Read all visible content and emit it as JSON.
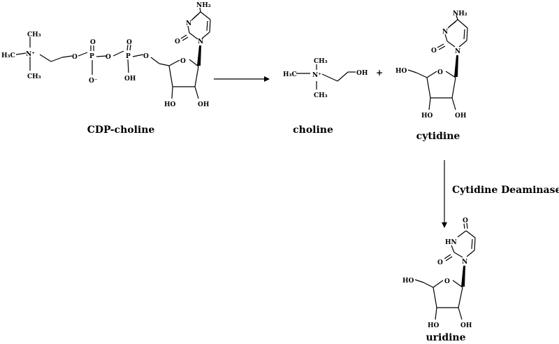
{
  "molecules": {
    "cdp_choline": {
      "caption": "CDP-choline",
      "atoms": {
        "nh2": "NH₂",
        "n3": "N",
        "o2": "O",
        "n1": "N",
        "ch3_top": "CH₃",
        "ch3_bottom": "CH₃",
        "h3c": "H₃C",
        "n_plus": "N⁺",
        "o_a": "O",
        "p1": "P",
        "o_p1_top": "O",
        "o_minus": "O⁻",
        "o_bridge": "O",
        "p2": "P",
        "o_p2_top": "O",
        "oh_p2": "OH",
        "o_5prime": "O",
        "o_ring": "O",
        "ho_2": "HO",
        "oh_3": "OH"
      }
    },
    "choline": {
      "caption": "choline",
      "atoms": {
        "ch3_top": "CH₃",
        "h3c": "H₃C",
        "n_plus": "N⁺",
        "ch3_bottom": "CH₃",
        "oh": "OH"
      }
    },
    "cytidine": {
      "caption": "cytidine",
      "atoms": {
        "nh2": "NH₂",
        "n3": "N",
        "o2": "O",
        "n1": "N",
        "ho5": "HO",
        "o_ring": "O",
        "ho_2": "HO",
        "oh_3": "OH"
      }
    },
    "uridine": {
      "caption": "uridine",
      "atoms": {
        "o4": "O",
        "hn": "HN",
        "o2": "O",
        "n1": "N",
        "ho5": "HO",
        "o_ring": "O",
        "ho_2": "HO",
        "oh_3": "OH"
      }
    }
  },
  "operators": {
    "plus": "+"
  },
  "reactions": {
    "hydrolysis": {
      "label": ""
    },
    "deamination": {
      "label": "Cytidine Deaminase"
    }
  },
  "colors": {
    "ink": "#000000",
    "background": "#ffffff"
  }
}
